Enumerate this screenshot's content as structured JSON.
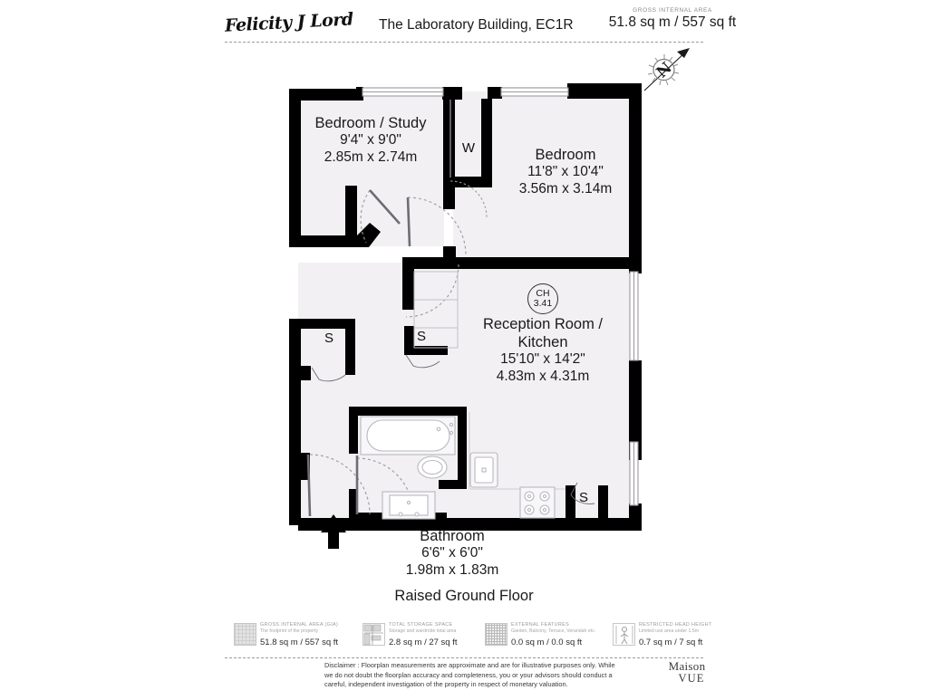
{
  "header": {
    "agent_logo": "Felicity J Lord",
    "title": "The Laboratory Building, EC1R",
    "gia_caption": "GROSS INTERNAL AREA",
    "gia_value": "51.8 sq m / 557 sq ft"
  },
  "compass": {
    "label": "N",
    "name": "north-arrow"
  },
  "rooms": [
    {
      "name": "Bedroom / Study",
      "dim_imperial": "9'4\" x 9'0\"",
      "dim_metric": "2.85m x 2.74m"
    },
    {
      "name": "Bedroom",
      "dim_imperial": "11'8\" x 10'4\"",
      "dim_metric": "3.56m x 3.14m"
    },
    {
      "name": "Reception Room /",
      "name2": "Kitchen",
      "dim_imperial": "15'10\" x 14'2\"",
      "dim_metric": "4.83m x 4.31m"
    },
    {
      "name": "Bathroom",
      "dim_imperial": "6'6\" x 6'0\"",
      "dim_metric": "1.98m x 1.83m"
    }
  ],
  "tags": {
    "wardrobe": "W",
    "storage_1": "S",
    "storage_2": "S",
    "storage_3": "S"
  },
  "ceiling_height": {
    "label": "CH",
    "value": "3.41"
  },
  "floor_title": "Raised Ground Floor",
  "legend": [
    {
      "title": "GROSS INTERNAL AREA (GIA)",
      "subtitle": "The footprint of the property",
      "value": "51.8 sq m / 557 sq ft",
      "swatch": "gia-hatch-swatch"
    },
    {
      "title": "TOTAL STORAGE SPACE",
      "subtitle": "Storage and wardrobe total area",
      "value": "2.8 sq m / 27 sq ft",
      "swatch": "storage-plan-swatch"
    },
    {
      "title": "EXTERNAL FEATURES",
      "subtitle": "Garden, Balcony, Terrace, Verandah etc.",
      "value": "0.0 sq m / 0.0 sq ft",
      "swatch": "external-hatch-swatch"
    },
    {
      "title": "RESTRICTED HEAD HEIGHT",
      "subtitle": "Limited use area under 1.5m",
      "value": "0.7 sq m / 7 sq ft",
      "swatch": "head-height-person-swatch"
    }
  ],
  "disclaimer": "Disclaimer : Floorplan measurements are approximate and are for illustrative purposes only. While we do not doubt the floorplan accuracy and completeness, you or your advisors should conduct a careful, independent investigation of the property in respect of monetary valuation.",
  "brand": {
    "line1": "Maison",
    "line2": "VUE"
  },
  "colors": {
    "wall": "#000000",
    "floor_fill": "#f2f0f3",
    "fixture_stroke": "#b9b7bd",
    "rule": "#9b9b9b"
  }
}
